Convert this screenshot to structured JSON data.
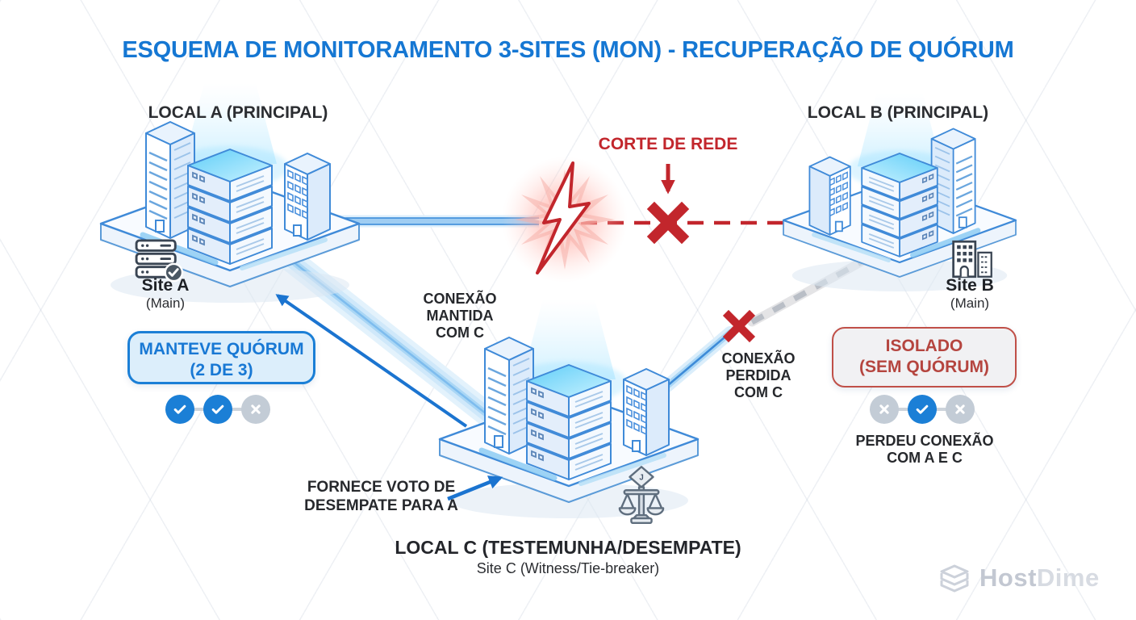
{
  "title": "ESQUEMA DE MONITORAMENTO 3-SITES (MON) - RECUPERAÇÃO DE QUÓRUM",
  "sites": {
    "a": {
      "header": "LOCAL A (PRINCIPAL)",
      "name": "Site A",
      "sub": "(Main)"
    },
    "b": {
      "header": "LOCAL B (PRINCIPAL)",
      "name": "Site B",
      "sub": "(Main)"
    },
    "c": {
      "header": "LOCAL C (TESTEMUNHA/DESEMPATE)",
      "sub": "Site C (Witness/Tie-breaker)"
    }
  },
  "status_a": {
    "line1": "MANTEVE QUÓRUM",
    "line2": "(2 DE 3)",
    "votes": [
      "check",
      "check",
      "x"
    ]
  },
  "status_b": {
    "line1": "ISOLADO",
    "line2": "(SEM QUÓRUM)",
    "votes": [
      "x",
      "check",
      "x"
    ],
    "note_l1": "PERDEU CONEXÃO",
    "note_l2": "COM A E C"
  },
  "labels": {
    "network_cut": "CORTE DE REDE",
    "conn_kept_l1": "CONEXÃO",
    "conn_kept_l2": "MANTIDA",
    "conn_kept_l3": "COM C",
    "conn_lost_l1": "CONEXÃO",
    "conn_lost_l2": "PERDIDA",
    "conn_lost_l3": "COM C",
    "tiebreak_l1": "FORNECE VOTO DE",
    "tiebreak_l2": "DESEMPATE PARA A"
  },
  "icons": {
    "scales_letter": "J"
  },
  "brand": {
    "primary": "Host",
    "secondary": "Dime"
  },
  "colors": {
    "accent-blue": "#1577d3",
    "danger-red": "#c2262c",
    "badge-blue": "#1b7fd6",
    "badge-gray": "#c3ccd6",
    "text-dark": "#2b2d31",
    "brand-gray": "#c7ccd5"
  }
}
